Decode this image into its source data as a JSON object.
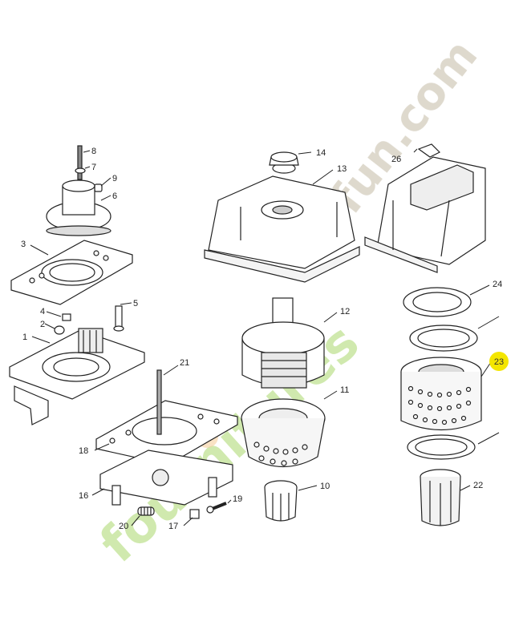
{
  "labels": {
    "p1": "1",
    "p2": "2",
    "p3": "3",
    "p4": "4",
    "p5": "5",
    "p6": "6",
    "p7": "7",
    "p8": "8",
    "p9": "9",
    "p10": "10",
    "p11": "11",
    "p12": "12",
    "p13": "13",
    "p14": "14",
    "p16": "16",
    "p17": "17",
    "p18": "18",
    "p19": "19",
    "p20": "20",
    "p21": "21",
    "p22": "22",
    "p23": "23",
    "p24": "24",
    "p26": "26"
  },
  "highlight": {
    "label": "23",
    "color": "#f4e600"
  },
  "watermark": {
    "text_main": "fournitures",
    "text_domain": "fun.com",
    "color_main": "#c8e6a0",
    "color_accent": "#f4c48a",
    "color_domain": "#d8d2c4"
  },
  "colors": {
    "line": "#222222",
    "paper": "#ffffff",
    "shade": "#d9d9d9"
  }
}
